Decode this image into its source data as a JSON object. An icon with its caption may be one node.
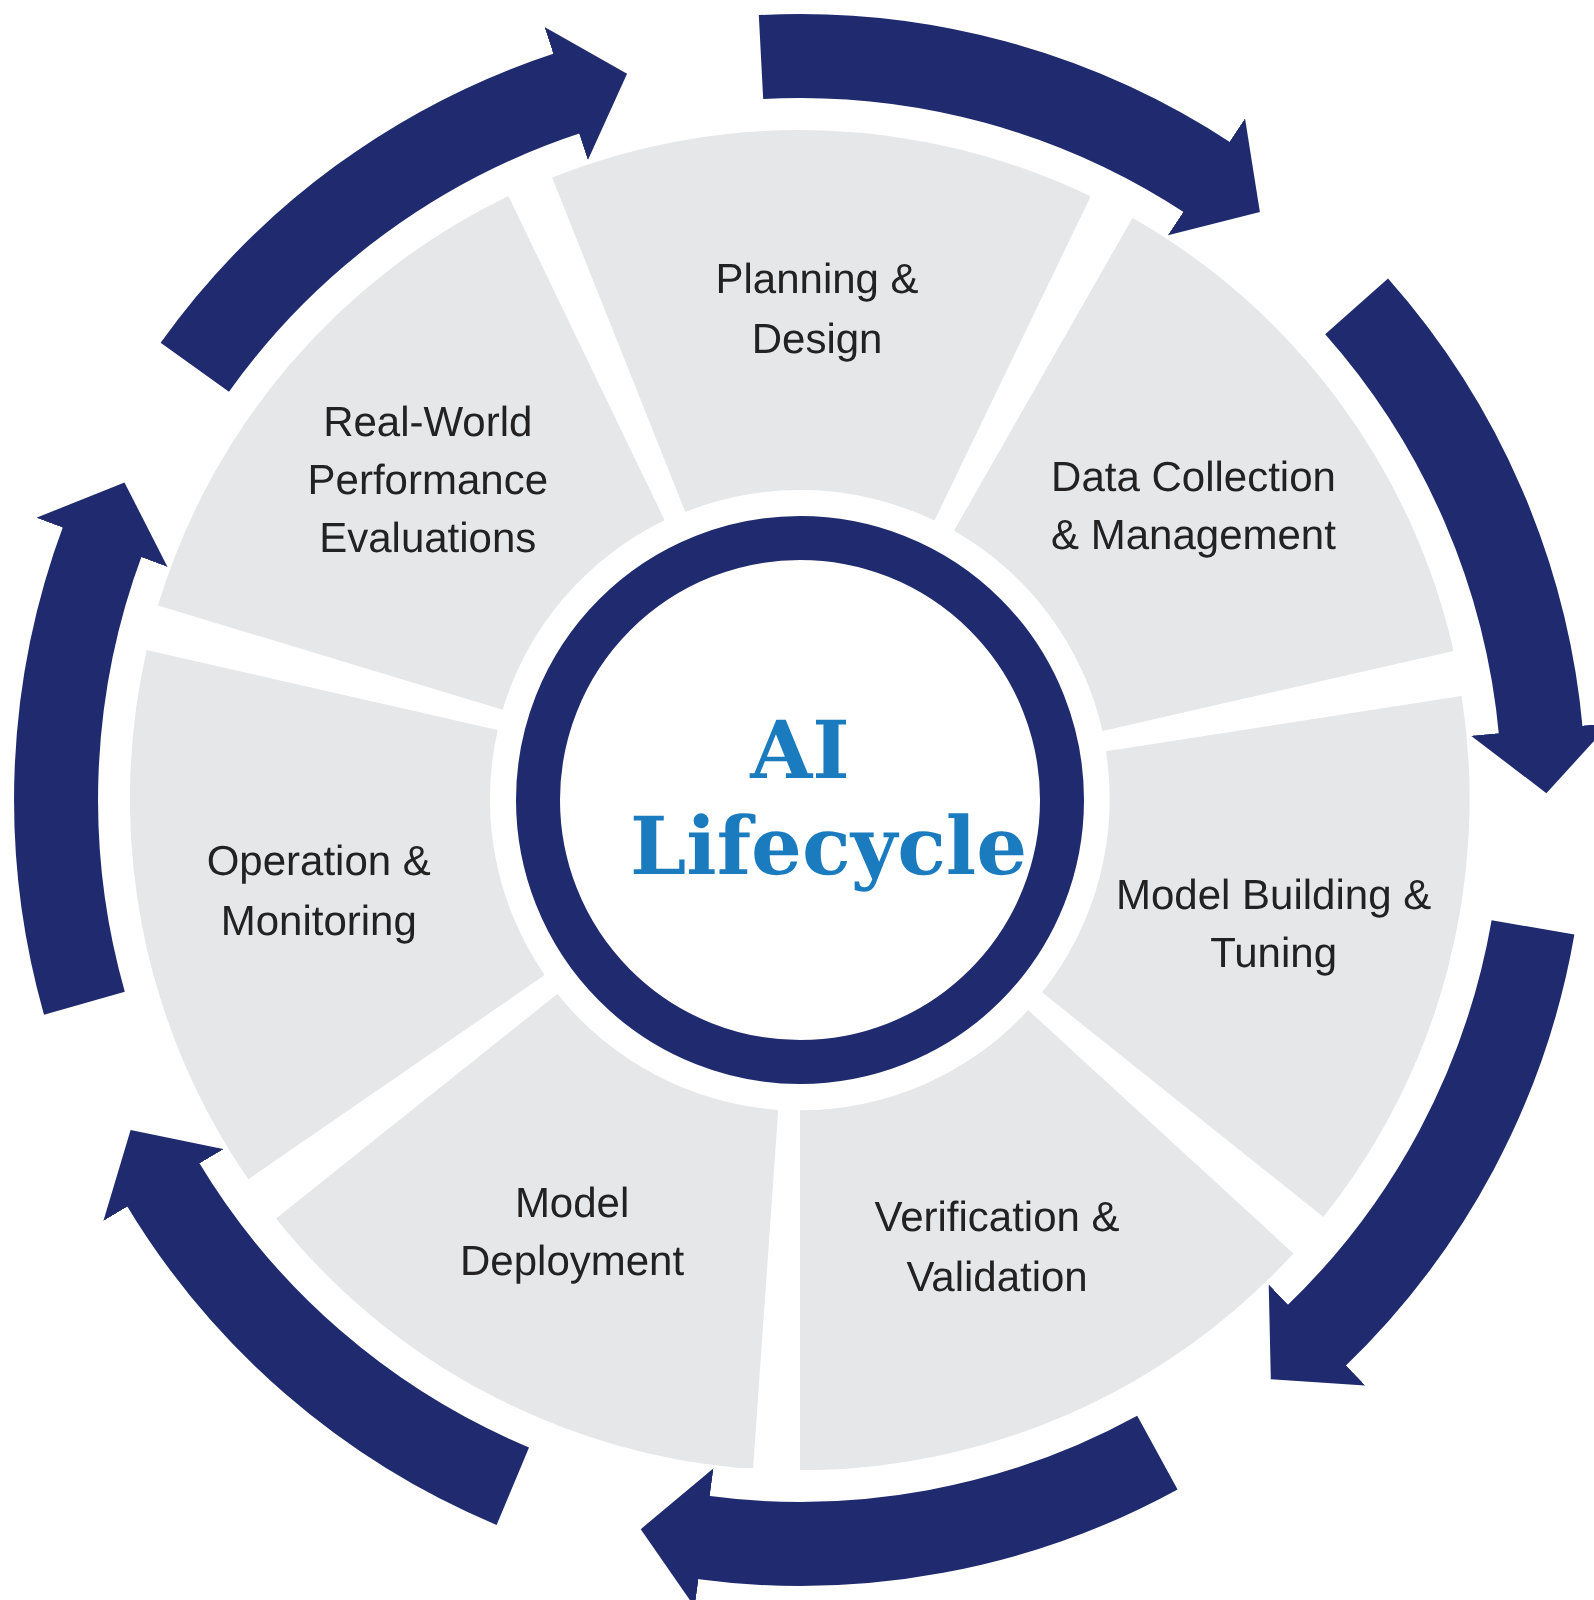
{
  "diagram": {
    "nodes": [
      {
        "text": [
          "AI Lifecycle"
        ]
      },
      {
        "text": [
          "Planning & Design"
        ]
      },
      {
        "text": [
          "Data Collection & Management"
        ]
      },
      {
        "text": [
          "Model Building & Tuning"
        ]
      },
      {
        "text": [
          "Verification & Validation"
        ]
      },
      {
        "text": [
          "Model Deployment"
        ]
      },
      {
        "text": [
          "Operation & Monitoring"
        ]
      },
      {
        "text": [
          "Real-World Performance Evaluations"
        ]
      }
    ]
  }
}
